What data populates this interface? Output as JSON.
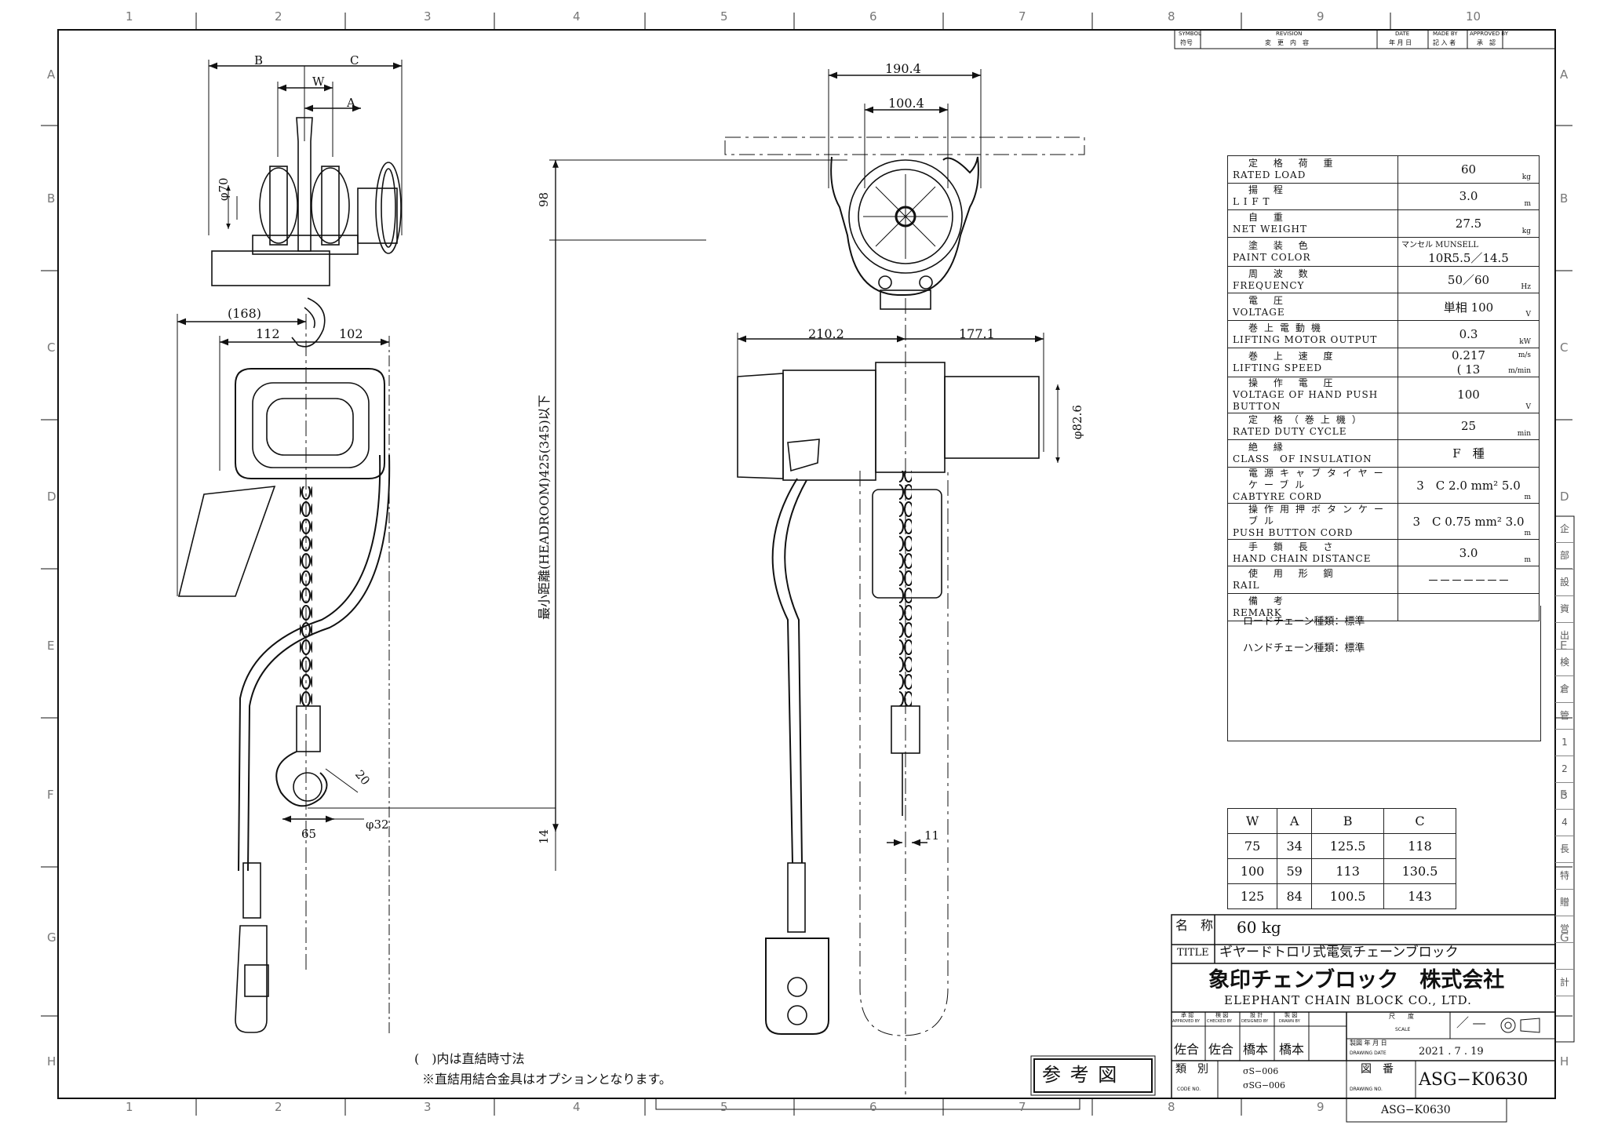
{
  "border": {
    "col_numbers_top": [
      "1",
      "2",
      "3",
      "4",
      "5",
      "6",
      "7",
      "8",
      "9",
      "10"
    ],
    "col_numbers_bottom": [
      "1",
      "2",
      "3",
      "4",
      "5",
      "6",
      "7",
      "8",
      "9"
    ],
    "row_letters": [
      "A",
      "B",
      "C",
      "D",
      "E",
      "F",
      "G",
      "H"
    ]
  },
  "revision_header": {
    "symbol": "SYMBOL",
    "symbol_jp": "符号",
    "revision": "REVISION",
    "revision_jp": "変　更　内　容",
    "date": "DATE",
    "date_jp": "年 月 日",
    "made_by": "MADE BY",
    "made_by_jp": "記 入 者",
    "approved_by": "APPROVED BY",
    "approved_by_jp": "承　認"
  },
  "side_stamp_cells": [
    "企",
    "部",
    "設",
    "資",
    "出",
    "検",
    "倉",
    "管",
    "1",
    "2",
    "3",
    "4",
    "長",
    "特",
    "贈",
    "営",
    "",
    "計"
  ],
  "dimensions": {
    "left_view": {
      "B": "B",
      "C": "C",
      "W": "W",
      "A": "A",
      "phi70": "φ70",
      "d168": "(168)",
      "d112": "112",
      "d102": "102",
      "d20": "20",
      "phi32": "φ32",
      "d65": "65"
    },
    "middle_view": {
      "d190": "190.4",
      "d100": "100.4",
      "d210": "210.2",
      "d177": "177.1",
      "phi82": "φ82.6",
      "d11": "11"
    },
    "vertical": {
      "d98": "98",
      "headroom": "最小距離(HEADROOM)425(345)以下",
      "d14": "14"
    }
  },
  "spec_table": {
    "rows": [
      {
        "jp": "定 格 荷 重",
        "en": "RATED LOAD",
        "value": "60",
        "unit": "kg"
      },
      {
        "jp": "揚 程",
        "en": "L I F T",
        "value": "3.0",
        "unit": "m"
      },
      {
        "jp": "自 重",
        "en": "NET WEIGHT",
        "value": "27.5",
        "unit": "kg"
      },
      {
        "jp": "塗 装 色",
        "en": "PAINT COLOR",
        "value": "10R5.5／14.5",
        "value_top": "マンセル MUNSELL",
        "unit": ""
      },
      {
        "jp": "周 波 数",
        "en": "FREQUENCY",
        "value": "50／60",
        "unit": "Hz"
      },
      {
        "jp": "電 圧",
        "en": "VOLTAGE",
        "value": "単相 100",
        "unit": "V"
      },
      {
        "jp": "巻上電動機",
        "en": "LIFTING MOTOR OUTPUT",
        "value": "0.3",
        "unit": "kW"
      },
      {
        "jp": "巻 上 速 度",
        "en": "LIFTING SPEED",
        "value": "0.217",
        "unit": "m/s",
        "value2": "13",
        "unit2": "m/min"
      },
      {
        "jp": "操 作 電 圧",
        "en": "VOLTAGE OF HAND PUSH BUTTON",
        "value": "100",
        "unit": "V"
      },
      {
        "jp": "定 格（巻上機）",
        "en": "RATED DUTY CYCLE",
        "value": "25",
        "unit": "min"
      },
      {
        "jp": "絶 縁",
        "en": "CLASS　OF INSULATION",
        "value": "F　種",
        "unit": ""
      },
      {
        "jp": "電源キャブタイヤーケーブル",
        "en": "CABTYRE CORD",
        "value": "3　C 2.0 mm² 5.0",
        "unit": "m"
      },
      {
        "jp": "操作用押ボタンケーブル",
        "en": "PUSH BUTTON CORD",
        "value": "3　C 0.75 mm² 3.0",
        "unit": "m"
      },
      {
        "jp": "手 鎖 長 さ",
        "en": "HAND CHAIN DISTANCE",
        "value": "3.0",
        "unit": "m"
      },
      {
        "jp": "使 用 形 鋼",
        "en": "RAIL",
        "value": "－－－－－－－",
        "unit": ""
      },
      {
        "jp": "備 考",
        "en": "REMARK",
        "value": "",
        "unit": ""
      }
    ],
    "remarks": [
      "ロードチェーン種類：標準",
      "ハンドチェーン種類：標準"
    ]
  },
  "wabc_table": {
    "headers": [
      "W",
      "A",
      "B",
      "C"
    ],
    "rows": [
      [
        "75",
        "34",
        "125.5",
        "118"
      ],
      [
        "100",
        "59",
        "113",
        "130.5"
      ],
      [
        "125",
        "84",
        "100.5",
        "143"
      ]
    ]
  },
  "notes": [
    "(　)内は直結時寸法",
    "※直結用結合金具はオプションとなります。"
  ],
  "reference_label": "参 考 図",
  "title_block": {
    "name_label": "名　称",
    "title_label": "TITLE",
    "name_value": "60 kg",
    "product": "ギヤードトロリ式電気チェーンブロック",
    "company_jp": "象印チェンブロック　株式会社",
    "company_en": "ELEPHANT CHAIN BLOCK CO., LTD.",
    "approved_jp": "承 認",
    "approved_en": "APPROVED BY",
    "checked_jp": "検 図",
    "checked_en": "CHECKED BY",
    "designed_jp": "設 計",
    "designed_en": "DESIGNED BY",
    "drawn_jp": "製 図",
    "drawn_en": "DRAWN BY",
    "scale_jp": "尺　　度",
    "scale_en": "SCALE",
    "scale_value": "／ ―",
    "approved_name": "佐合",
    "checked_name": "佐合",
    "designed_name": "橋本",
    "drawn_name": "橋本",
    "date_label_jp": "製図 年 月 日",
    "date_label_en": "DRAWING DATE",
    "date_value": "2021 . 7 . 19",
    "code_label_jp": "類　別",
    "code_label_en": "CODE NO.",
    "code_values": [
      "σS−006",
      "σSG−006"
    ],
    "drawing_label_jp": "図　番",
    "drawing_label_en": "DRAWING NO.",
    "drawing_no": "ASG−K0630",
    "drawing_no_small": "ASG−K0630"
  }
}
